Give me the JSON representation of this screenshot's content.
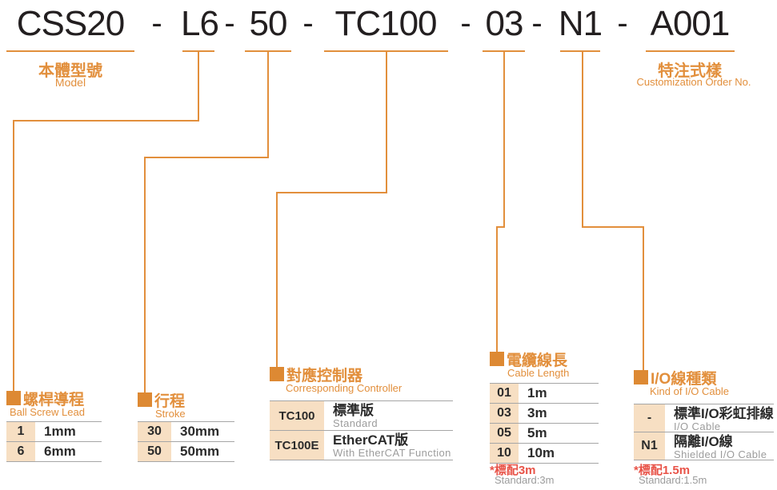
{
  "model_code": {
    "full": "CSS20 - L6 - 50 - TC100 - 03 - N1 - A001",
    "segments": [
      "CSS20",
      "L6",
      "50",
      "TC100",
      "03",
      "N1",
      "A001"
    ],
    "separator": "-"
  },
  "annotations": {
    "model_zh": "本體型號",
    "model_en": "Model",
    "customization_zh": "特注式樣",
    "customization_en": "Customization Order No."
  },
  "sections": [
    {
      "id": "ball-screw-lead",
      "title_zh": "螺桿導程",
      "title_en": "Ball Screw Lead",
      "rows": [
        {
          "code": "1",
          "value": "1mm"
        },
        {
          "code": "6",
          "value": "6mm"
        }
      ]
    },
    {
      "id": "stroke",
      "title_zh": "行程",
      "title_en": "Stroke",
      "rows": [
        {
          "code": "30",
          "value": "30mm"
        },
        {
          "code": "50",
          "value": "50mm"
        }
      ]
    },
    {
      "id": "corresponding-controller",
      "title_zh": "對應控制器",
      "title_en": "Corresponding Controller",
      "rows": [
        {
          "code": "TC100",
          "value_zh": "標準版",
          "value_en": "Standard"
        },
        {
          "code": "TC100E",
          "value_zh": "EtherCAT版",
          "value_en": "With EtherCAT Function"
        }
      ]
    },
    {
      "id": "cable-length",
      "title_zh": "電纜線長",
      "title_en": "Cable Length",
      "rows": [
        {
          "code": "01",
          "value": "1m"
        },
        {
          "code": "03",
          "value": "3m"
        },
        {
          "code": "05",
          "value": "5m"
        },
        {
          "code": "10",
          "value": "10m"
        }
      ],
      "note_zh": "*標配3m",
      "note_en": "Standard:3m"
    },
    {
      "id": "io-cable-kind",
      "title_zh": "I/O線種類",
      "title_en": "Kind of I/O Cable",
      "rows": [
        {
          "code": "-",
          "value_zh": "標準I/O彩虹排線",
          "value_en": "I/O Cable"
        },
        {
          "code": "N1",
          "value_zh": "隔離I/O線",
          "value_en": "Shielded I/O Cable"
        }
      ],
      "note_zh": "*標配1.5m",
      "note_en": "Standard:1.5m"
    }
  ],
  "colors": {
    "accent_orange": "#E28F3C",
    "table_code_bg": "#F7DFC3",
    "note_red": "#E85348",
    "secondary_gray": "#9C9C9C",
    "text_black": "#231F20"
  }
}
